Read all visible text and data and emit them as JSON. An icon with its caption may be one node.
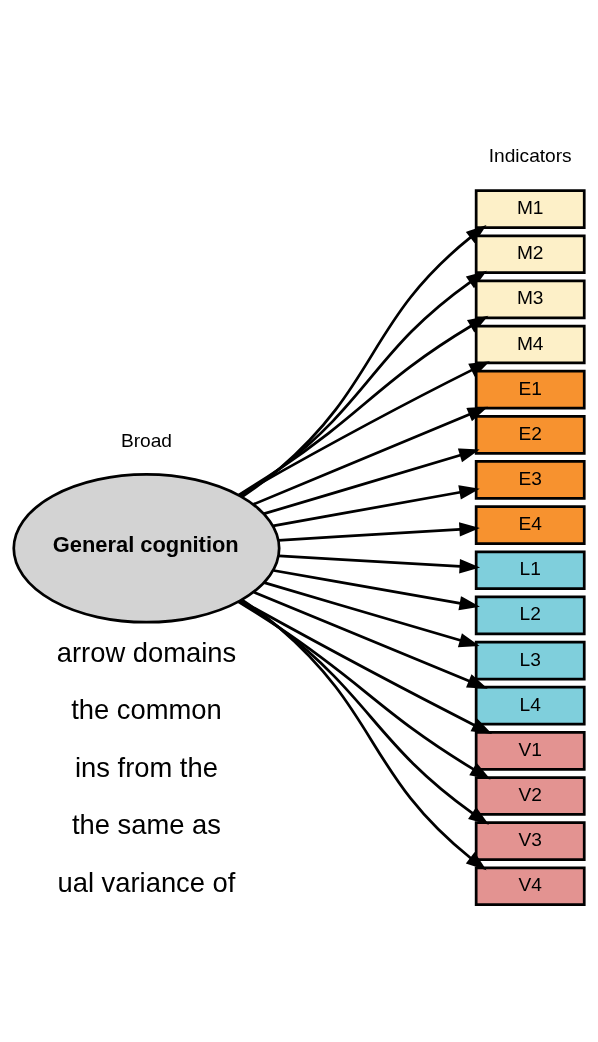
{
  "diagram": {
    "nodes": [
      {
        "text": [
          "General cognition"
        ]
      },
      {
        "text": [
          "M1"
        ]
      },
      {
        "text": [
          "M2"
        ]
      },
      {
        "text": [
          "M3"
        ]
      },
      {
        "text": [
          "M4"
        ]
      },
      {
        "text": [
          "E1"
        ]
      },
      {
        "text": [
          "E2"
        ]
      },
      {
        "text": [
          "E3"
        ]
      },
      {
        "text": [
          "E4"
        ]
      },
      {
        "text": [
          "L1"
        ]
      },
      {
        "text": [
          "L2"
        ]
      },
      {
        "text": [
          "L3"
        ]
      },
      {
        "text": [
          "L4"
        ]
      },
      {
        "text": [
          "V1"
        ]
      },
      {
        "text": [
          "V2"
        ]
      },
      {
        "text": [
          "V3"
        ]
      },
      {
        "text": [
          "V4"
        ]
      }
    ],
    "edges": [
      {
        "from": 0,
        "to": 1,
        "arrow": "to"
      },
      {
        "from": 0,
        "to": 2,
        "arrow": "to"
      },
      {
        "from": 0,
        "to": 3,
        "arrow": "to"
      },
      {
        "from": 0,
        "to": 4,
        "arrow": "to"
      },
      {
        "from": 0,
        "to": 5,
        "arrow": "to"
      },
      {
        "from": 0,
        "to": 6,
        "arrow": "to"
      },
      {
        "from": 0,
        "to": 7,
        "arrow": "to"
      },
      {
        "from": 0,
        "to": 8,
        "arrow": "to"
      },
      {
        "from": 0,
        "to": 9,
        "arrow": "to"
      },
      {
        "from": 0,
        "to": 10,
        "arrow": "to"
      },
      {
        "from": 0,
        "to": 11,
        "arrow": "to"
      },
      {
        "from": 0,
        "to": 12,
        "arrow": "to"
      },
      {
        "from": 0,
        "to": 13,
        "arrow": "to"
      },
      {
        "from": 0,
        "to": 14,
        "arrow": "to"
      },
      {
        "from": 0,
        "to": 15,
        "arrow": "to"
      },
      {
        "from": 0,
        "to": 16,
        "arrow": "to"
      }
    ],
    "labels": [
      "Broad",
      "Indicators",
      "arrow domains",
      "the common",
      "ins from the",
      "the same as",
      "ual variance of"
    ]
  }
}
